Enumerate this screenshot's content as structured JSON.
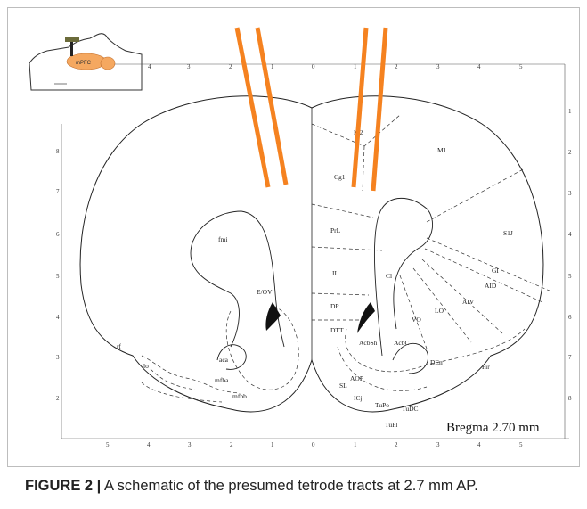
{
  "inset": {
    "label": "mPFC"
  },
  "axes": {
    "top": [
      "4",
      "3",
      "2",
      "1",
      "0",
      "1",
      "2",
      "3",
      "4",
      "5"
    ],
    "bottom": [
      "5",
      "4",
      "3",
      "2",
      "1",
      "0",
      "1",
      "2",
      "3",
      "4",
      "5"
    ],
    "left": [
      "8",
      "7",
      "6",
      "5",
      "4",
      "3",
      "2"
    ],
    "right": [
      "1",
      "2",
      "3",
      "4",
      "5",
      "6",
      "7",
      "8"
    ]
  },
  "regions": {
    "fmi": "fmi",
    "e_ov": "E/OV",
    "aca": "aca",
    "lo_left": "lo",
    "rf": "rf",
    "mfba": "mfba",
    "mfbb": "mfbb",
    "m2": "M2",
    "cg1": "Cg1",
    "prl": "PrL",
    "il": "IL",
    "dp": "DP",
    "dtt": "DTT",
    "m1": "M1",
    "s1j": "S1J",
    "gi": "GI",
    "aid": "AID",
    "aiv": "AIV",
    "lo": "LO",
    "vo": "VO",
    "cl": "Cl",
    "acbsh": "AcbSh",
    "acbc": "AcbC",
    "den": "DEn",
    "pir": "Pir",
    "aop": "AOP",
    "sl": "SL",
    "icj": "ICj",
    "tupo": "TuPo",
    "tudc": "TuDC",
    "tupl": "TuPl"
  },
  "bregma": "Bregma 2.70 mm",
  "caption": {
    "label": "FIGURE 2 |",
    "text": " A schematic of the presumed tetrode tracts at 2.7 mm AP."
  },
  "colors": {
    "tract": "#f58220",
    "inset_brain": "#f5a860",
    "electrode": "#6b6b3a"
  }
}
